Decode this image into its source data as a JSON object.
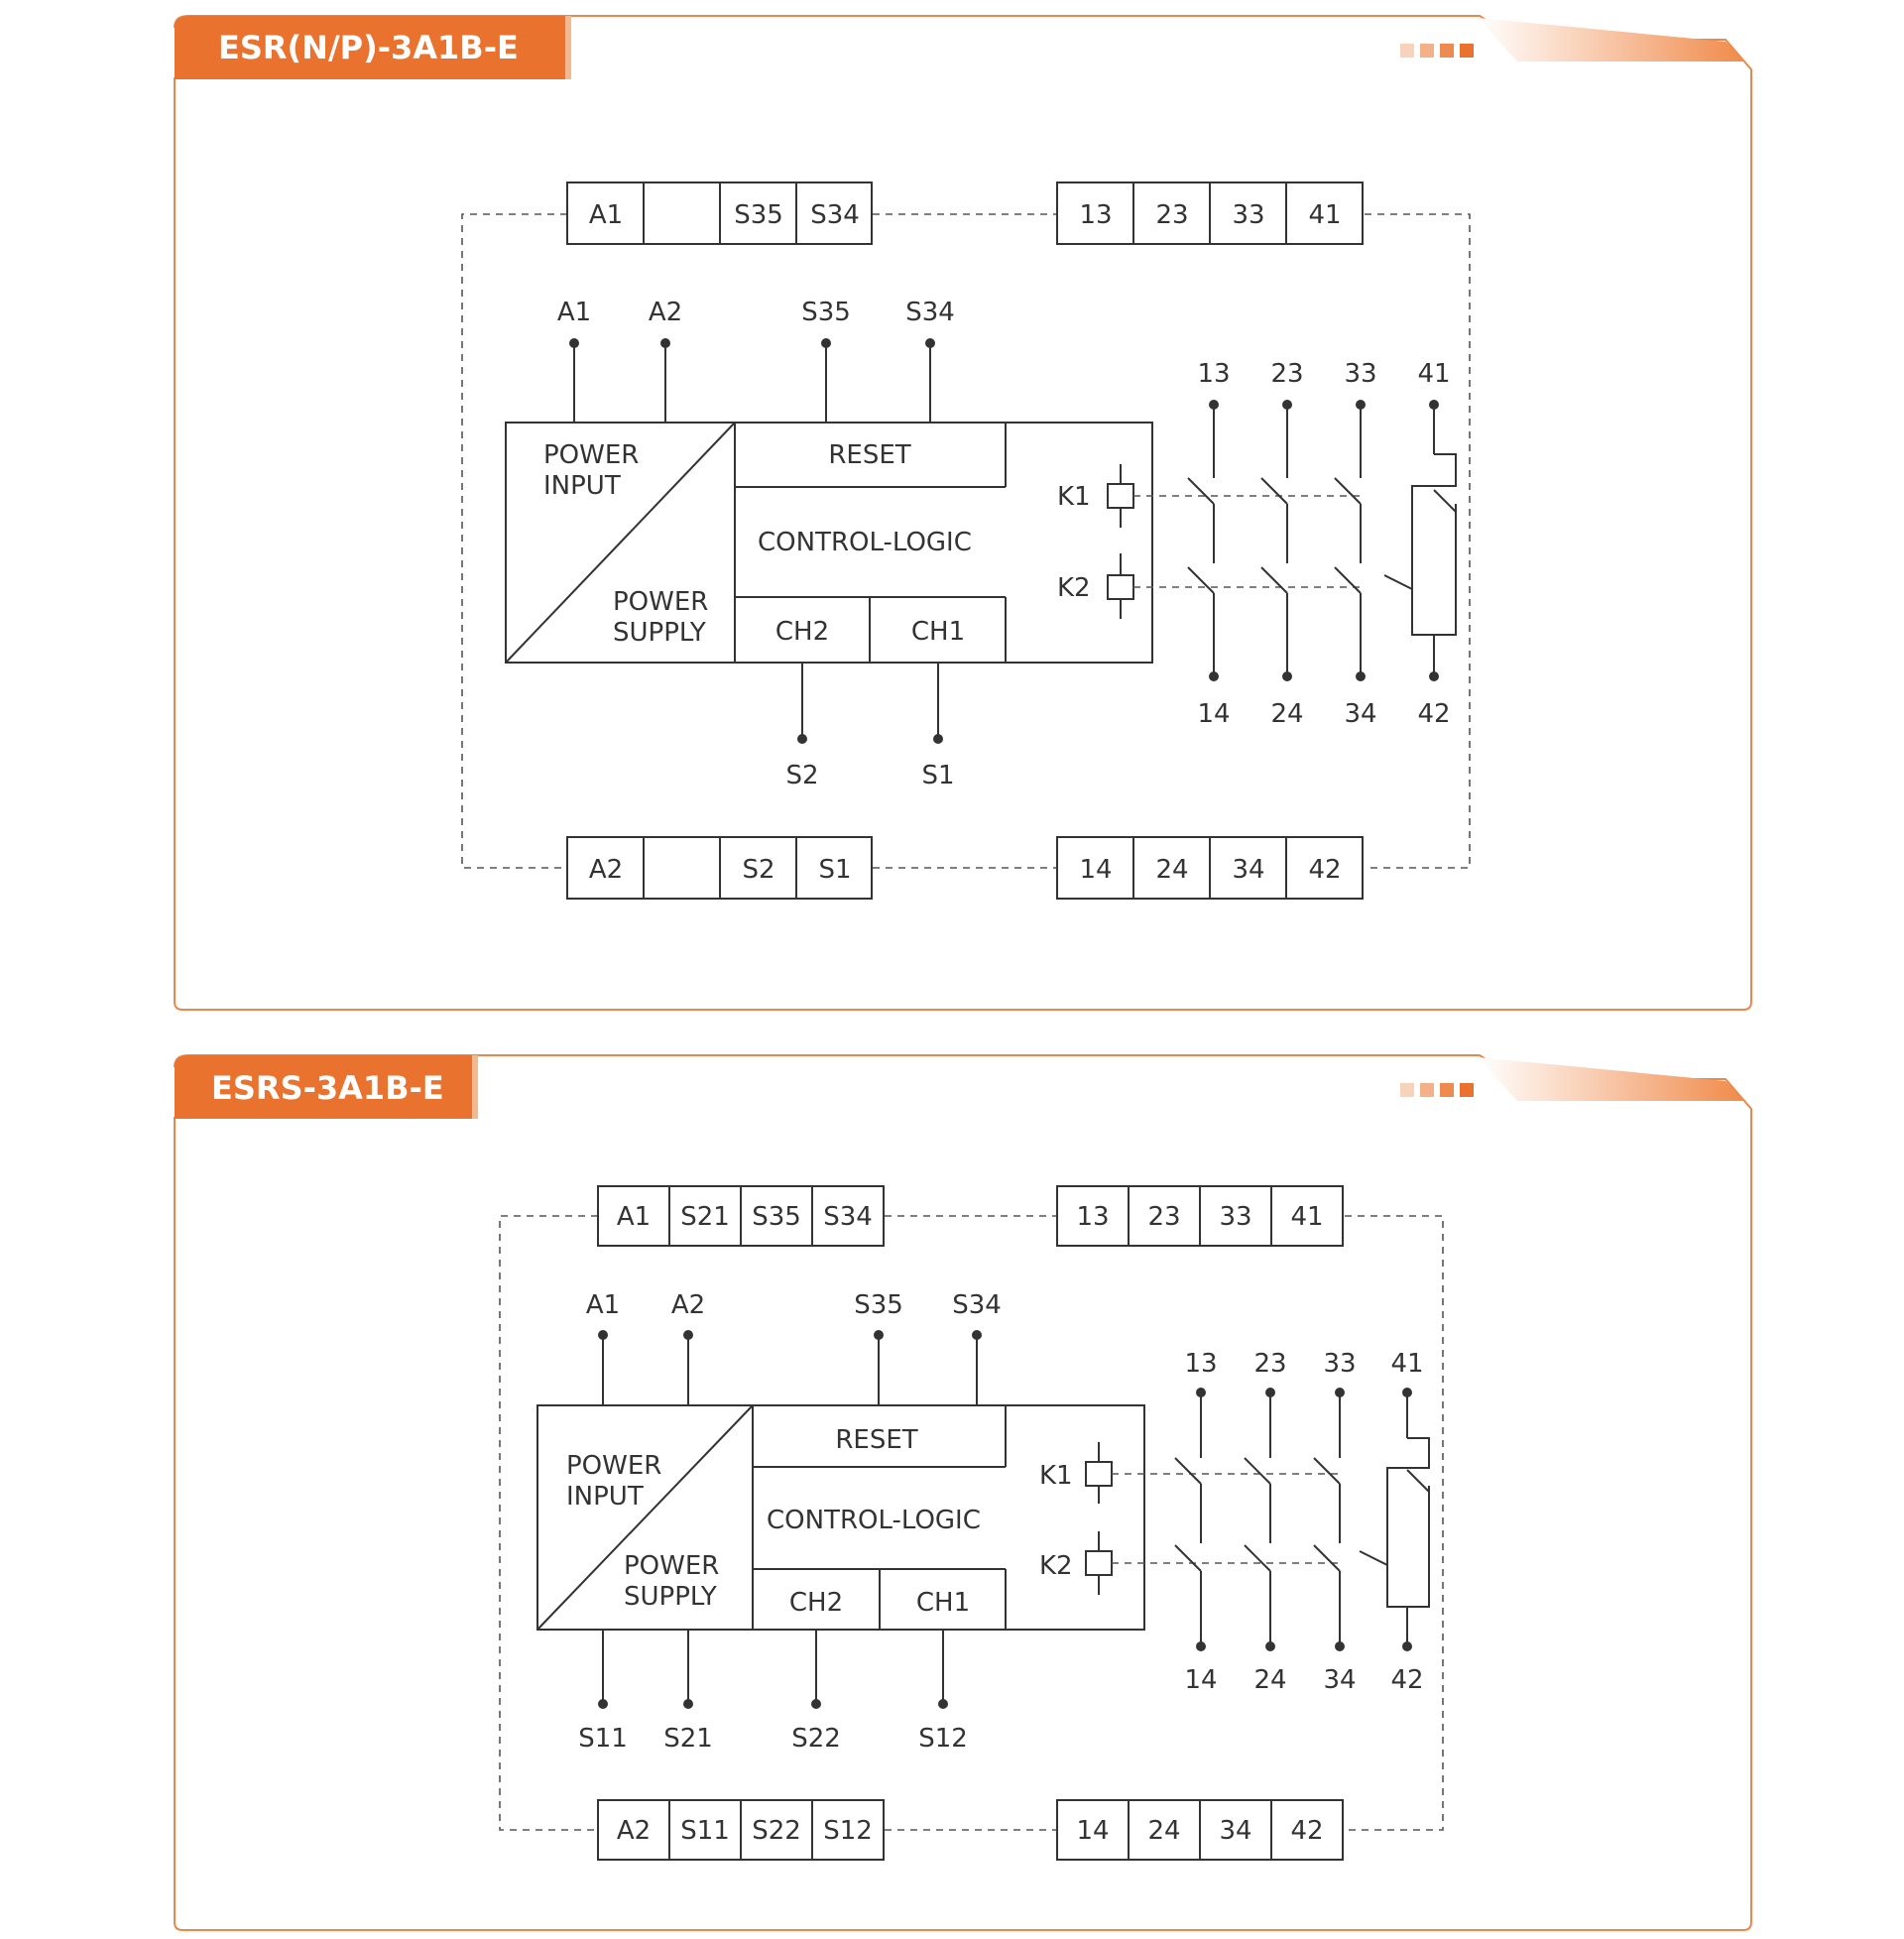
{
  "colors": {
    "accent": "#e9722e",
    "frame": "#e8884a",
    "line": "#333333"
  },
  "panels": [
    {
      "title": "ESR(N/P)-3A1B-E",
      "top_terminals_left": [
        "A1",
        "",
        "S35",
        "S34"
      ],
      "top_terminals_right": [
        "13",
        "23",
        "33",
        "41"
      ],
      "bottom_terminals_left": [
        "A2",
        "",
        "S2",
        "S1"
      ],
      "bottom_terminals_right": [
        "14",
        "24",
        "34",
        "42"
      ],
      "pins_top": [
        "A1",
        "A2",
        "S35",
        "S34"
      ],
      "pins_bottom": [
        "S2",
        "S1"
      ],
      "block": {
        "power_input": [
          "POWER",
          "INPUT"
        ],
        "power_supply": [
          "POWER",
          "SUPPLY"
        ],
        "reset": "RESET",
        "control_logic": "CONTROL-LOGIC",
        "ch2": "CH2",
        "ch1": "CH1",
        "k1": "K1",
        "k2": "K2"
      },
      "contacts_top": [
        "13",
        "23",
        "33",
        "41"
      ],
      "contacts_bottom": [
        "14",
        "24",
        "34",
        "42"
      ]
    },
    {
      "title": "ESRS-3A1B-E",
      "top_terminals_left": [
        "A1",
        "S21",
        "S35",
        "S34"
      ],
      "top_terminals_right": [
        "13",
        "23",
        "33",
        "41"
      ],
      "bottom_terminals_left": [
        "A2",
        "S11",
        "S22",
        "S12"
      ],
      "bottom_terminals_right": [
        "14",
        "24",
        "34",
        "42"
      ],
      "pins_top": [
        "A1",
        "A2",
        "S35",
        "S34"
      ],
      "pins_bottom": [
        "S11",
        "S21",
        "S22",
        "S12"
      ],
      "block": {
        "power_input": [
          "POWER",
          "INPUT"
        ],
        "power_supply": [
          "POWER",
          "SUPPLY"
        ],
        "reset": "RESET",
        "control_logic": "CONTROL-LOGIC",
        "ch2": "CH2",
        "ch1": "CH1",
        "k1": "K1",
        "k2": "K2"
      },
      "contacts_top": [
        "13",
        "23",
        "33",
        "41"
      ],
      "contacts_bottom": [
        "14",
        "24",
        "34",
        "42"
      ]
    }
  ]
}
